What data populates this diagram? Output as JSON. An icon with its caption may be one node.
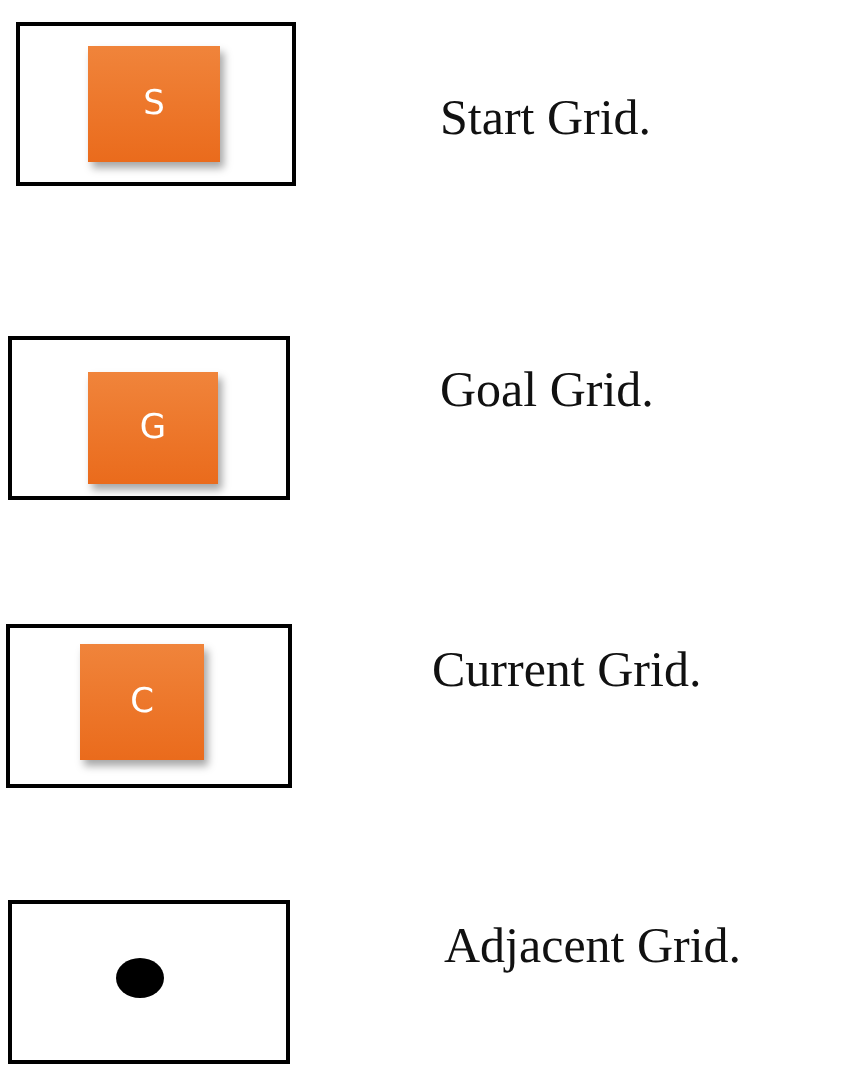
{
  "diagram": {
    "nodes": [
      {
        "text": [],
        "shape": "box",
        "beside": [
          "Start Grid."
        ]
      },
      {
        "text": [
          "S"
        ],
        "in": 0
      },
      {
        "text": [],
        "shape": "box",
        "beside": [
          "Goal Grid."
        ]
      },
      {
        "text": [
          "G"
        ],
        "in": 2
      },
      {
        "text": [],
        "shape": "box",
        "beside": [
          "Current Grid."
        ]
      },
      {
        "text": [
          "C"
        ],
        "in": 4
      },
      {
        "text": [],
        "shape": "box",
        "beside": [
          "Adjacent Grid."
        ]
      },
      {
        "text": [],
        "shape": "circle",
        "in": 6
      }
    ]
  }
}
